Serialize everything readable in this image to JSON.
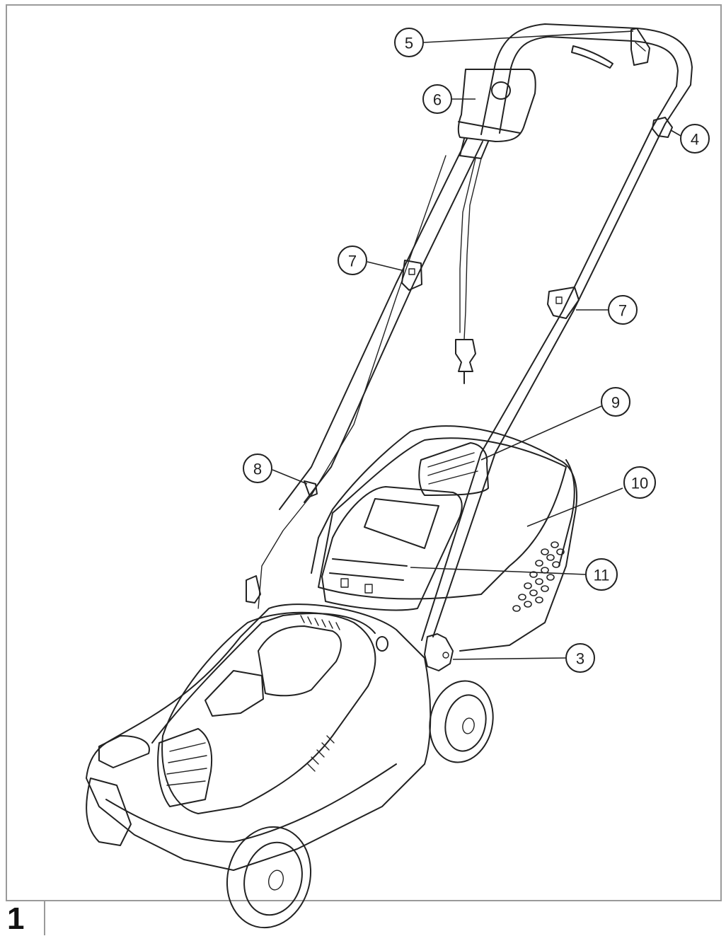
{
  "figure": {
    "number": "1"
  },
  "callouts": [
    {
      "id": "c5",
      "label": "5"
    },
    {
      "id": "c6",
      "label": "6"
    },
    {
      "id": "c4",
      "label": "4"
    },
    {
      "id": "c7a",
      "label": "7"
    },
    {
      "id": "c7b",
      "label": "7"
    },
    {
      "id": "c9",
      "label": "9"
    },
    {
      "id": "c8",
      "label": "8"
    },
    {
      "id": "c10",
      "label": "10"
    },
    {
      "id": "c11",
      "label": "11"
    },
    {
      "id": "c3",
      "label": "3"
    }
  ]
}
